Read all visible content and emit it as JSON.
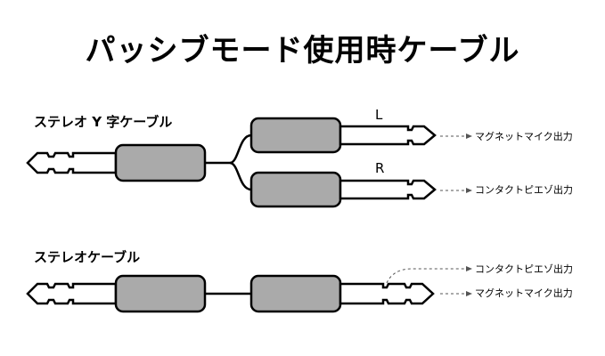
{
  "title": "パッシブモード使用時ケーブル",
  "sections": {
    "y_cable": {
      "label": "ステレオ Y 字ケーブル",
      "channel_left": "L",
      "channel_right": "R",
      "output_left": "マグネットマイク出力",
      "output_right": "コンタクトピエゾ出力"
    },
    "stereo_cable": {
      "label": "ステレオケーブル",
      "output_ring": "コンタクトピエゾ出力",
      "output_tip": "マグネットマイク出力"
    }
  },
  "colors": {
    "plug_body": "#aaaaaa",
    "outline": "#000000"
  }
}
